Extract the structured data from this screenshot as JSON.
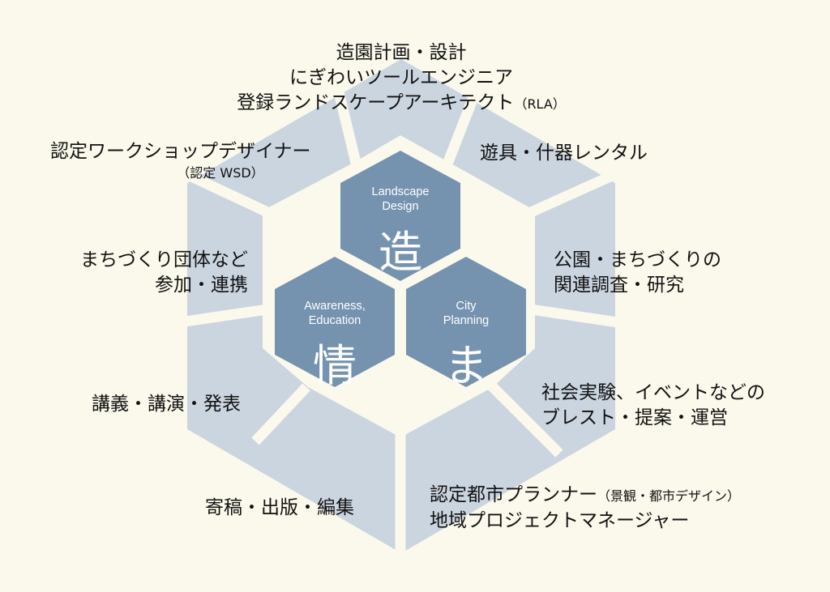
{
  "colors": {
    "background": "#fbf9ec",
    "segment": "#cbd5e0",
    "core_hex": "#7593af",
    "text": "#111111"
  },
  "core": [
    {
      "en_line1": "Landscape",
      "en_line2": "Design",
      "kanji": "造"
    },
    {
      "en_line1": "Awareness,",
      "en_line2": "Education",
      "kanji": "情"
    },
    {
      "en_line1": "City",
      "en_line2": "Planning",
      "kanji": "ま"
    }
  ],
  "segments": {
    "top": {
      "line1": "造園計画・設計",
      "line2": "にぎわいツールエンジニア",
      "line3": "登録ランドスケープアーキテクト",
      "line3_suffix": "（RLA）"
    },
    "top_right": {
      "line1": "遊具・什器レンタル"
    },
    "right_upper": {
      "line1": "公園・まちづくりの",
      "line2": "関連調査・研究"
    },
    "right_lower": {
      "line1": "社会実験、イベントなどの",
      "line2": "ブレスト・提案・運営"
    },
    "bottom_right": {
      "line1": "認定都市プランナー",
      "line1_suffix": "（景観・都市デザイン）",
      "line2": "地域プロジェクトマネージャー"
    },
    "bottom_left": {
      "line1": "寄稿・出版・編集"
    },
    "left_lower": {
      "line1": "講義・講演・発表"
    },
    "left_upper": {
      "line1": "まちづくり団体など",
      "line2": "参加・連携"
    },
    "top_left": {
      "line1": "認定ワークショップデザイナー",
      "line2": "（認定 WSD）"
    }
  }
}
